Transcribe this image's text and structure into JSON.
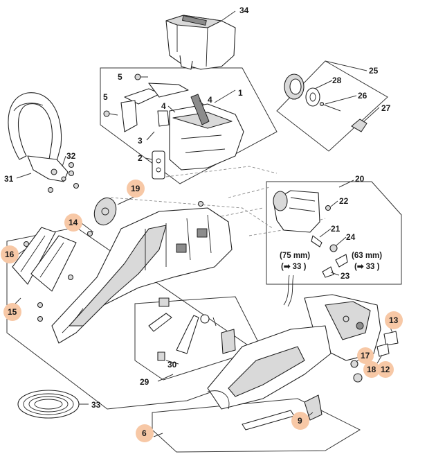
{
  "callouts": [
    {
      "id": "c34",
      "text": "34",
      "highlight": false
    },
    {
      "id": "c1",
      "text": "1",
      "highlight": false
    },
    {
      "id": "c5a",
      "text": "5",
      "highlight": false
    },
    {
      "id": "c5b",
      "text": "5",
      "highlight": false
    },
    {
      "id": "c4a",
      "text": "4",
      "highlight": false
    },
    {
      "id": "c4b",
      "text": "4",
      "highlight": false
    },
    {
      "id": "c3",
      "text": "3",
      "highlight": false
    },
    {
      "id": "c2",
      "text": "2",
      "highlight": false
    },
    {
      "id": "c25",
      "text": "25",
      "highlight": false
    },
    {
      "id": "c28",
      "text": "28",
      "highlight": false
    },
    {
      "id": "c26",
      "text": "26",
      "highlight": false
    },
    {
      "id": "c27",
      "text": "27",
      "highlight": false
    },
    {
      "id": "c32",
      "text": "32",
      "highlight": false
    },
    {
      "id": "c31",
      "text": "31",
      "highlight": false
    },
    {
      "id": "c19",
      "text": "19",
      "highlight": true
    },
    {
      "id": "c14",
      "text": "14",
      "highlight": true
    },
    {
      "id": "c16",
      "text": "16",
      "highlight": true
    },
    {
      "id": "c15",
      "text": "15",
      "highlight": true
    },
    {
      "id": "c20",
      "text": "20",
      "highlight": false
    },
    {
      "id": "c22",
      "text": "22",
      "highlight": false
    },
    {
      "id": "c21",
      "text": "21",
      "highlight": false
    },
    {
      "id": "c24",
      "text": "24",
      "highlight": false
    },
    {
      "id": "c23",
      "text": "23",
      "highlight": false
    },
    {
      "id": "c13",
      "text": "13",
      "highlight": true
    },
    {
      "id": "c17",
      "text": "17",
      "highlight": true
    },
    {
      "id": "c18",
      "text": "18",
      "highlight": true
    },
    {
      "id": "c12",
      "text": "12",
      "highlight": true
    },
    {
      "id": "c30",
      "text": "30",
      "highlight": false
    },
    {
      "id": "c29",
      "text": "29",
      "highlight": false
    },
    {
      "id": "c33",
      "text": "33",
      "highlight": false
    },
    {
      "id": "c9",
      "text": "9",
      "highlight": true
    },
    {
      "id": "c6",
      "text": "6",
      "highlight": true
    }
  ],
  "notes": {
    "left_length": "(75 mm)",
    "left_ref": "(➡ 33 )",
    "right_length": "(63 mm)",
    "right_ref": "(➡ 33 )"
  },
  "colors": {
    "highlight": "#f7c8a6",
    "line": "#333333",
    "part_fill": "#ffffff",
    "part_shade": "#d9d9d9"
  }
}
